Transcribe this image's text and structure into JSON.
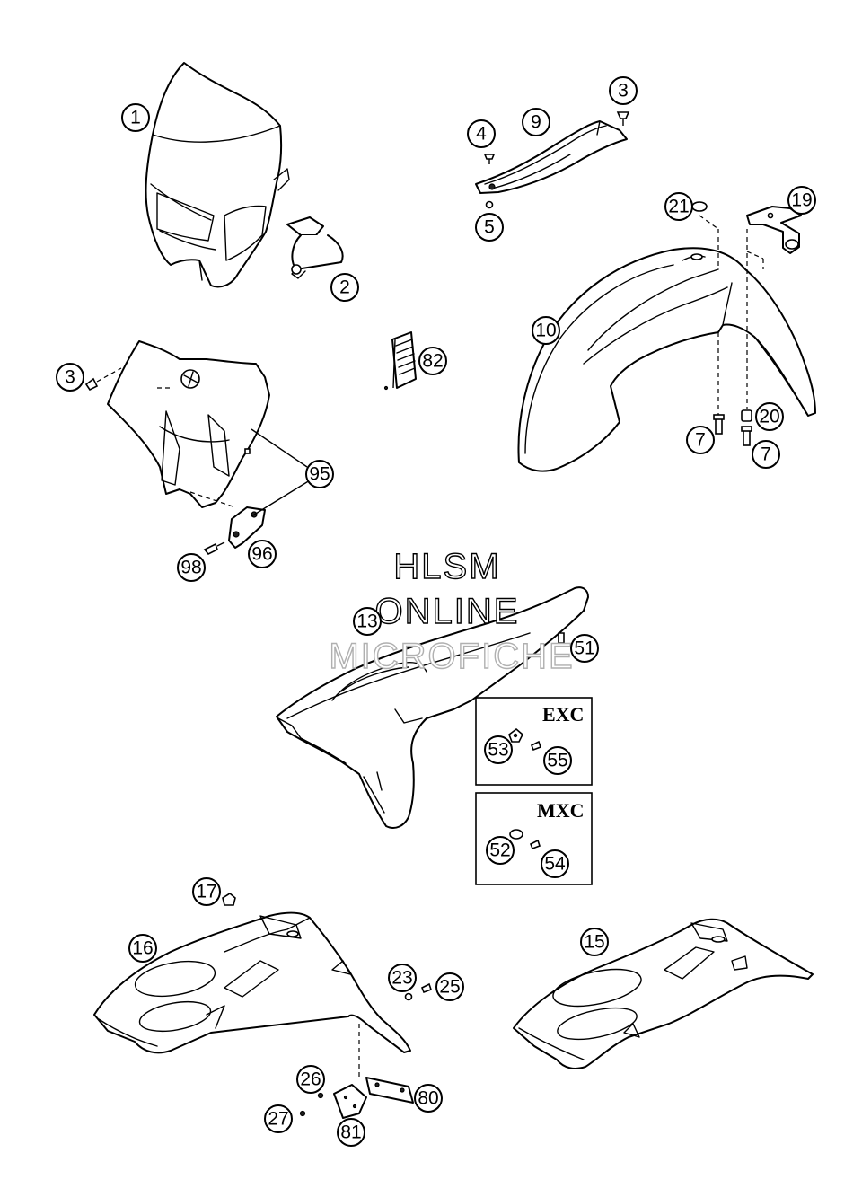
{
  "watermark": {
    "line1": "HLSM",
    "line2": "ONLINE",
    "line3": "MICROFICHE"
  },
  "variants": {
    "exc": {
      "label": "EXC",
      "callouts": [
        "53",
        "55"
      ]
    },
    "mxc": {
      "label": "MXC",
      "callouts": [
        "52",
        "54"
      ]
    }
  },
  "callouts": {
    "c1": "1",
    "c2": "2",
    "c3a": "3",
    "c3b": "3",
    "c4": "4",
    "c5": "5",
    "c7a": "7",
    "c7b": "7",
    "c9": "9",
    "c10": "10",
    "c13": "13",
    "c15": "15",
    "c16": "16",
    "c17": "17",
    "c19": "19",
    "c20": "20",
    "c21": "21",
    "c23": "23",
    "c25": "25",
    "c26": "26",
    "c27": "27",
    "c51": "51",
    "c52": "52",
    "c53": "53",
    "c54": "54",
    "c55": "55",
    "c80": "80",
    "c81": "81",
    "c82": "82",
    "c95": "95",
    "c96": "96",
    "c98": "98"
  }
}
